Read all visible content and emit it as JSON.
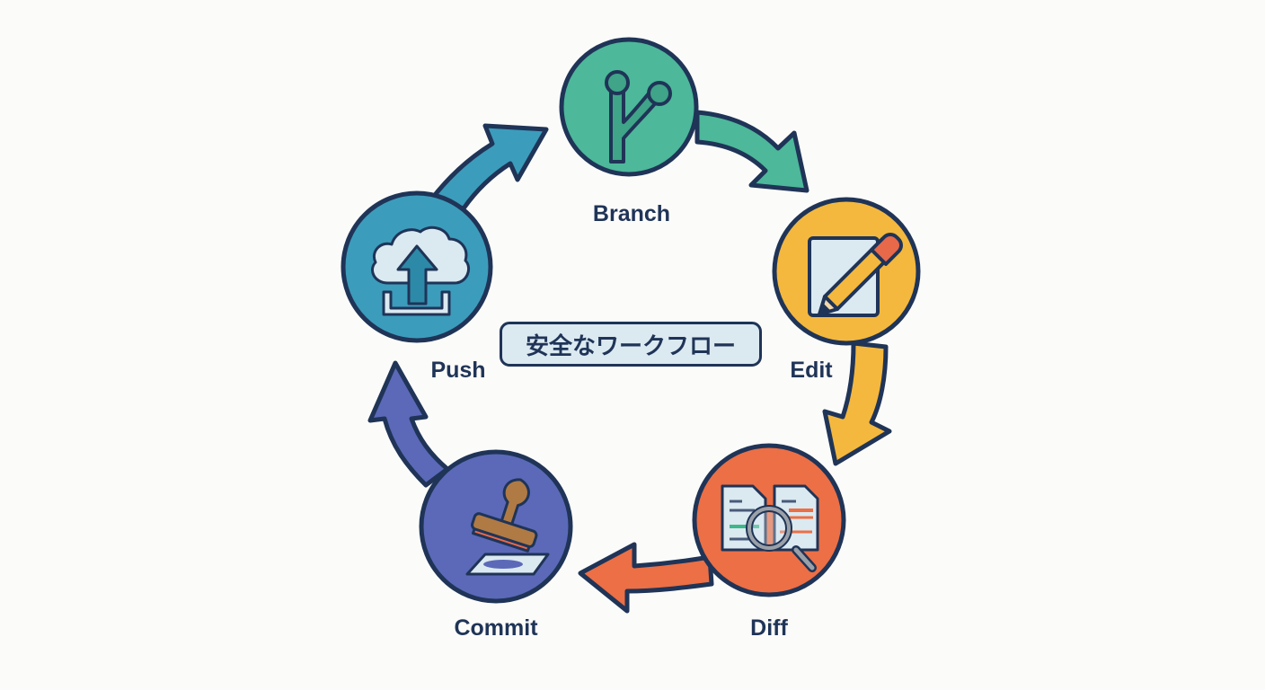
{
  "title": "安全なワークフロー",
  "steps": [
    {
      "label": "Branch",
      "icon": "git-branch-icon",
      "color": "#4db89a"
    },
    {
      "label": "Edit",
      "icon": "pencil-document-icon",
      "color": "#f4b83e"
    },
    {
      "label": "Diff",
      "icon": "document-compare-magnifier-icon",
      "color": "#ec6f45"
    },
    {
      "label": "Commit",
      "icon": "rubber-stamp-icon",
      "color": "#5b69b8"
    },
    {
      "label": "Push",
      "icon": "cloud-upload-icon",
      "color": "#3c9cbc"
    }
  ],
  "arrows": [
    {
      "from": "Branch",
      "to": "Edit",
      "color": "#4db89a"
    },
    {
      "from": "Edit",
      "to": "Diff",
      "color": "#f4b83e"
    },
    {
      "from": "Diff",
      "to": "Commit",
      "color": "#ec6f45"
    },
    {
      "from": "Commit",
      "to": "Push",
      "color": "#5b69b8"
    },
    {
      "from": "Push",
      "to": "Branch",
      "color": "#3c9cbc"
    }
  ],
  "outline_color": "#1f3457"
}
